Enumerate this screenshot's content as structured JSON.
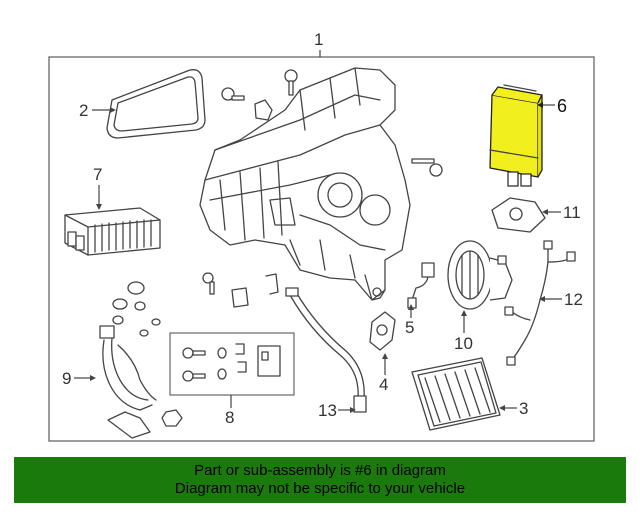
{
  "callouts": {
    "c1": "1",
    "c2": "2",
    "c3": "3",
    "c4": "4",
    "c5": "5",
    "c6": "6",
    "c7": "7",
    "c8": "8",
    "c9": "9",
    "c10": "10",
    "c11": "11",
    "c12": "12",
    "c13": "13"
  },
  "colors": {
    "highlight": "#f2ef1e",
    "banner": "#1b7a0c",
    "line": "#444444"
  },
  "banner": {
    "line1": "Part or sub-assembly is #6 in diagram",
    "line2": "Diagram may not be specific to your vehicle"
  }
}
